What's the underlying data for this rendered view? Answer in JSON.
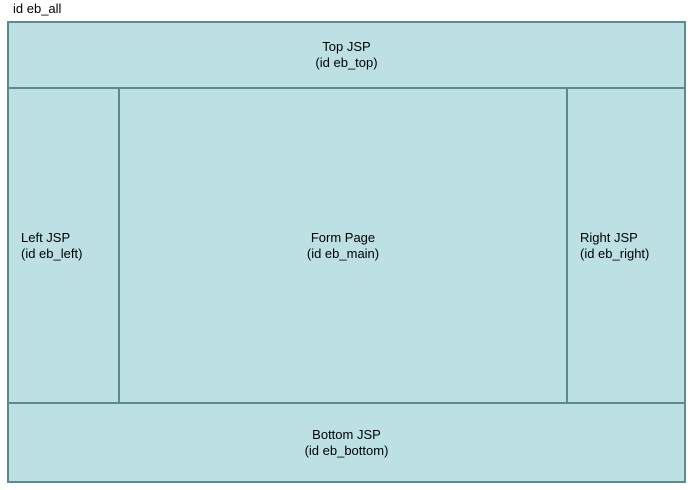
{
  "diagram": {
    "type": "jsp-frameset-layout",
    "outer_label": "id eb_all",
    "colors": {
      "fill": "#bce0e4",
      "stroke": "#5d8a8e",
      "text": "#000000",
      "background": "#ffffff"
    },
    "regions": {
      "top": {
        "title": "Top JSP",
        "id_label": "(id eb_top)",
        "caption": "Top JSP\n(id eb_top)"
      },
      "left": {
        "title": "Left JSP",
        "id_label": "(id eb_left)",
        "caption": "Left JSP\n(id eb_left)"
      },
      "main": {
        "title": "Form Page",
        "id_label": "(id eb_main)",
        "caption": "Form Page\n(id eb_main)"
      },
      "right": {
        "title": "Right JSP",
        "id_label": "(id eb_right)",
        "caption": "Right JSP\n(id eb_right)"
      },
      "bottom": {
        "title": "Bottom JSP",
        "id_label": "(id eb_bottom)",
        "caption": "Bottom JSP\n(id eb_bottom)"
      }
    }
  }
}
